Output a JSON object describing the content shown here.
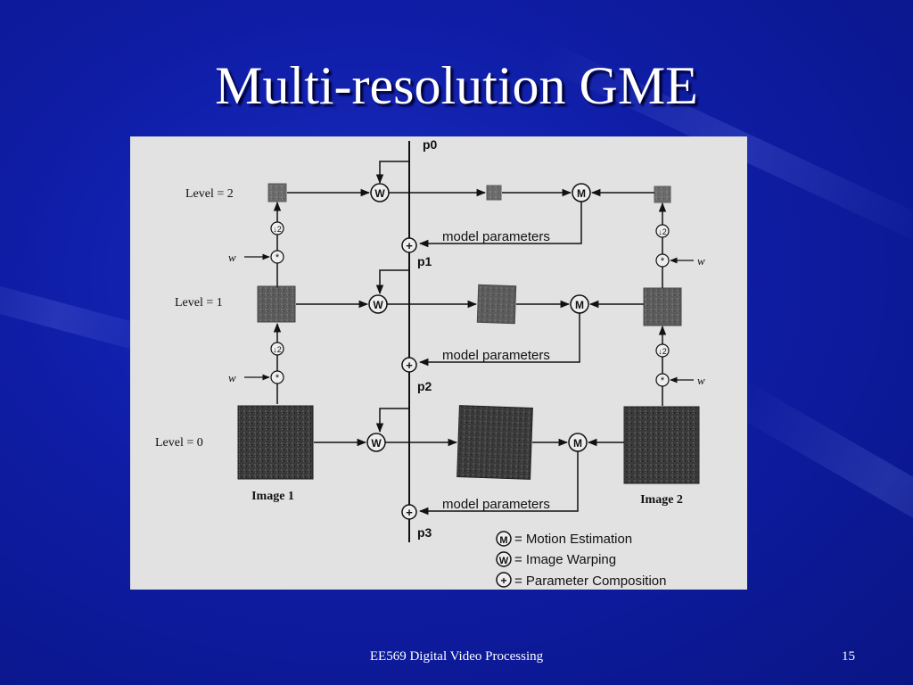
{
  "slide": {
    "title": "Multi-resolution GME",
    "footer": "EE569 Digital Video Processing",
    "page_number": "15"
  },
  "diagram": {
    "param_labels": [
      "p0",
      "p1",
      "p2",
      "p3"
    ],
    "level_labels": [
      "Level = 2",
      "Level = 1",
      "Level = 0"
    ],
    "model_parameters_label": "model parameters",
    "weight_label": "w",
    "downsample_label": "↓2",
    "warp_symbol": "W",
    "motion_symbol": "M",
    "composition_symbol": "+",
    "conv_symbol": "*",
    "image1_label": "Image 1",
    "image2_label": "Image 2",
    "legend": [
      {
        "symbol": "M",
        "text": "= Motion Estimation"
      },
      {
        "symbol": "W",
        "text": "= Image Warping"
      },
      {
        "symbol": "+",
        "text": "= Parameter Composition"
      }
    ]
  }
}
